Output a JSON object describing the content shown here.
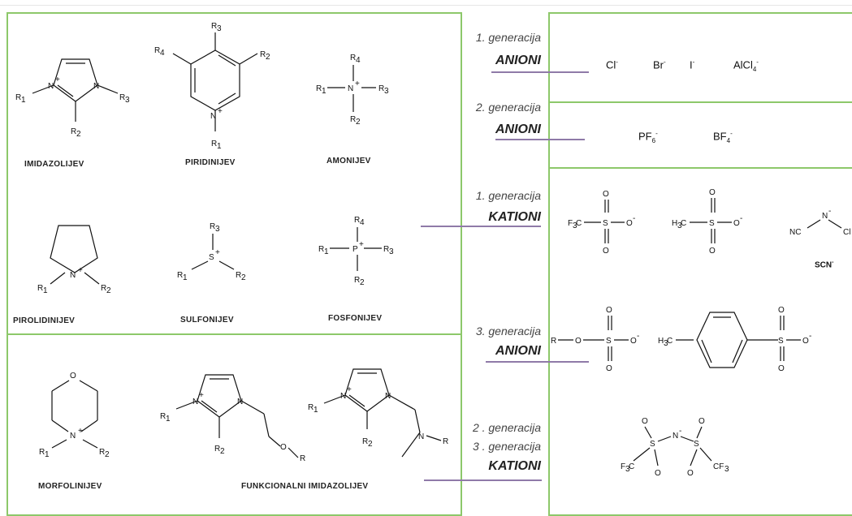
{
  "cations": {
    "imidazolium": "IMIDAZOLIJEV",
    "pyridinium": "PIRIDINIJEV",
    "ammonium": "AMONIJEV",
    "pyrrolidinium": "PIROLIDINIJEV",
    "sulfonium": "SULFONIJEV",
    "phosphonium": "FOSFONIJEV",
    "morpholinium": "MORFOLINIJEV",
    "functional_imidazolium": "FUNKCIONALNI IMIDAZOLIJEV"
  },
  "generations": {
    "gen1_anions": {
      "gen": "1. generacija",
      "cls": "ANIONI"
    },
    "gen2_anions": {
      "gen": "2. generacija",
      "cls": "ANIONI"
    },
    "gen1_cations": {
      "gen": "1. generacija",
      "cls": "KATIONI"
    },
    "gen3_anions": {
      "gen": "3. generacija",
      "cls": "ANIONI"
    },
    "gen23_cations": {
      "gen2": "2 . generacija",
      "gen3": "3 . generacija",
      "cls": "KATIONI"
    }
  },
  "anions": {
    "gen1": {
      "cl": "Cl",
      "br": "Br",
      "i": "I",
      "alcl4": "AlCl"
    },
    "gen2": {
      "pf6": "PF",
      "bf4": "BF"
    },
    "scn_label": "SCN"
  },
  "colors": {
    "box_border": "#8dc86a",
    "connector": "#8f7aa8"
  }
}
